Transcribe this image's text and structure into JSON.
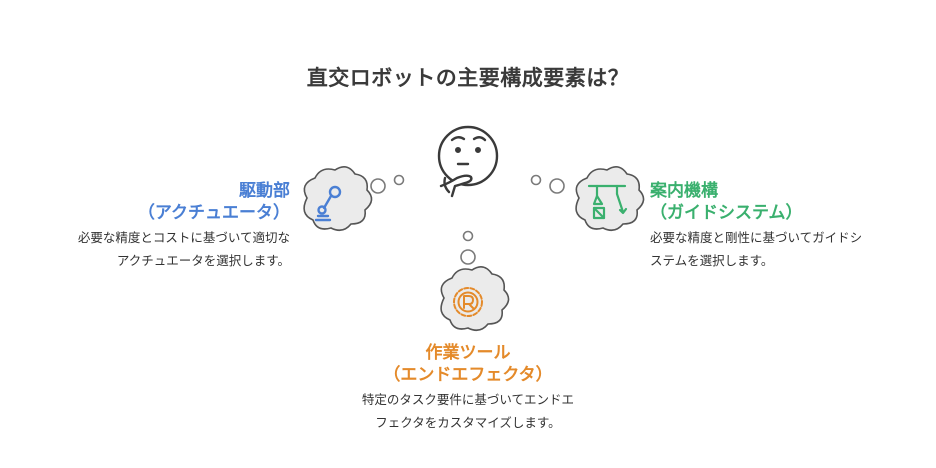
{
  "title": "直交ロボットの主要構成要素は？",
  "colors": {
    "drive": "#4a7fd4",
    "guide": "#3ab06e",
    "tool": "#e48a2a",
    "outline": "#3a3a3a",
    "cloud_fill": "#ebebeb"
  },
  "nodes": {
    "drive": {
      "heading_line1": "駆動部",
      "heading_line2": "（アクチュエータ）",
      "desc_line1": "必要な精度とコストに基づいて適切な",
      "desc_line2": "アクチュエータを選択します。",
      "icon": "robot-arm-icon"
    },
    "guide": {
      "heading_line1": "案内機構",
      "heading_line2": "（ガイドシステム）",
      "desc_line1": "必要な精度と剛性に基づいてガイドシ",
      "desc_line2": "ステムを選択します。",
      "icon": "crane-hoist-icon"
    },
    "tool": {
      "heading_line1": "作業ツール",
      "heading_line2": "（エンドエフェクタ）",
      "desc_line1": "特定のタスク要件に基づいてエンドエ",
      "desc_line2": "フェクタをカスタマイズします。",
      "icon": "r-gear-badge-icon"
    }
  },
  "center_icon": "thinking-face-icon"
}
